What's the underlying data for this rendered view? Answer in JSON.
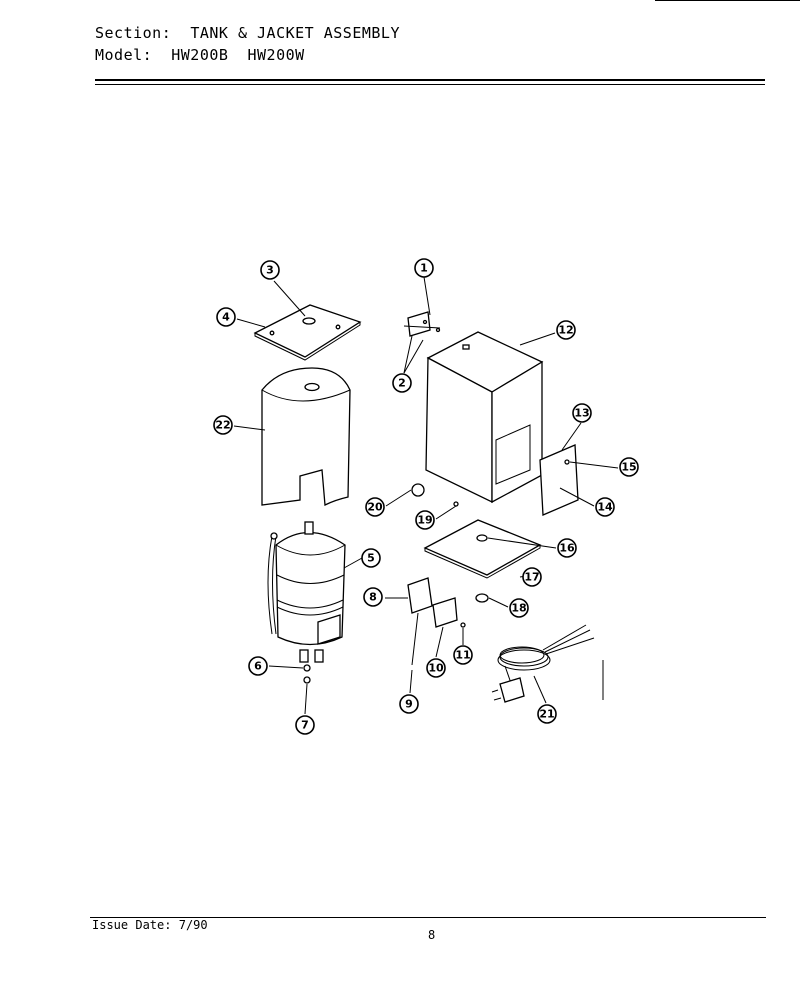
{
  "header": {
    "section_label": "Section:",
    "section_value": "TANK & JACKET ASSEMBLY",
    "model_label": "Model:",
    "model_value": "HW200B  HW200W"
  },
  "footer": {
    "issue_label": "Issue Date:",
    "issue_date": "7/90",
    "page_number": "8"
  },
  "callouts": [
    "1",
    "2",
    "3",
    "4",
    "5",
    "6",
    "7",
    "8",
    "9",
    "10",
    "11",
    "12",
    "13",
    "14",
    "15",
    "16",
    "17",
    "18",
    "19",
    "20",
    "21",
    "22"
  ]
}
